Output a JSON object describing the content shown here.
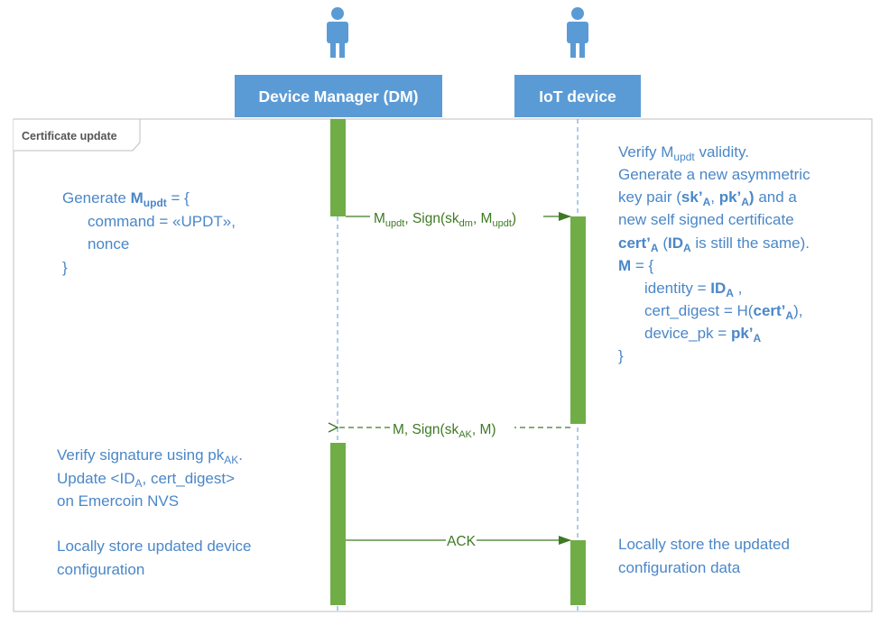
{
  "frame": {
    "label": "Certificate update"
  },
  "participants": {
    "dm": {
      "name": "Device Manager (DM)",
      "icon": "person-icon"
    },
    "iot": {
      "name": "IoT device",
      "icon": "person-icon"
    }
  },
  "colors": {
    "header_fill": "#5b9bd5",
    "activation": "#70ad47",
    "message": "#3d7a23",
    "note_text": "#4a87c8",
    "frame_border": "#bfbfbf"
  },
  "dm_notes": {
    "generate": {
      "l1_pre": "Generate ",
      "l1_M": "M",
      "l1_sub": "updt",
      "l1_post": " = {",
      "l2": "command = «UPDT»,",
      "l3": "nonce",
      "l4": "}"
    },
    "verify": {
      "l1": "Verify signature using pk",
      "l1_sub": "AK",
      "l1_end": ".",
      "l2_pre": "Update <ID",
      "l2_sub": "A",
      "l2_post": ", cert_digest>",
      "l3": "on Emercoin NVS"
    },
    "store": {
      "l1": "Locally store updated device",
      "l2": "configuration"
    }
  },
  "iot_notes": {
    "verify": {
      "l1_pre": "Verify M",
      "l1_sub": "updt",
      "l1_post": " validity.",
      "l2": "Generate a new asymmetric",
      "l3_pre": "key pair (",
      "l3_sk": "sk’",
      "l3_sub1": "A",
      "l3_mid": ", ",
      "l3_pk": "pk’",
      "l3_sub2": "A",
      "l3_close": ")",
      "l3_post": " and a",
      "l4": "new self signed certificate",
      "l5_cert": "cert’",
      "l5_sub": "A",
      "l5_paren": " (",
      "l5_id": "ID",
      "l5_sub2": "A",
      "l5_post": " is still the same).",
      "l6_M": "M",
      "l6_post": " = {",
      "l7_pre": "identity = ",
      "l7_id": "ID",
      "l7_sub": "A",
      "l7_post": " ,",
      "l8_pre": "cert_digest = H(",
      "l8_cert": "cert’",
      "l8_sub": "A",
      "l8_post": "),",
      "l9_pre": "device_pk = ",
      "l9_pk": "pk’",
      "l9_sub": "A",
      "l10": "}"
    },
    "store": {
      "l1": "Locally store the updated",
      "l2": "configuration data"
    }
  },
  "messages": {
    "m1": {
      "pre": "M",
      "sub1": "updt",
      "mid": ",  Sign(sk",
      "sub2": "dm",
      "mid2": ", M",
      "sub3": "updt",
      "post": ")"
    },
    "m2": {
      "pre": "M,  Sign(sk",
      "sub": "AK",
      "post": ", M)"
    },
    "m3": {
      "text": "ACK"
    }
  }
}
